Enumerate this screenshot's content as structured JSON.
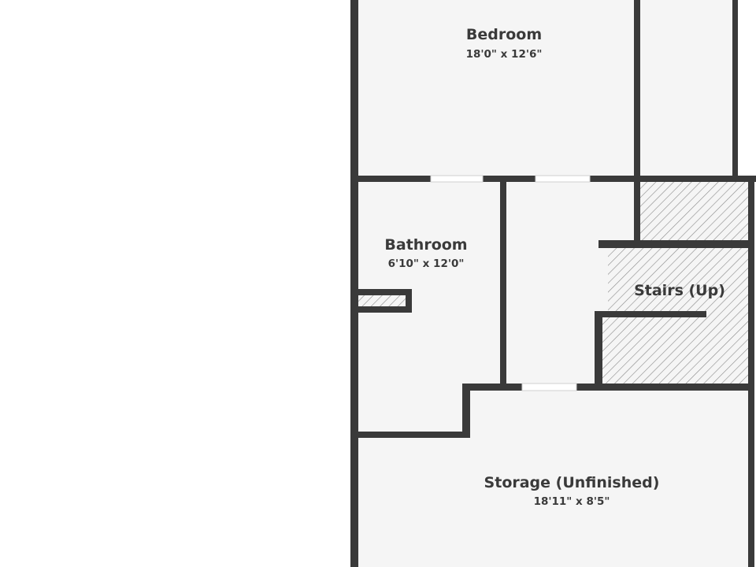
{
  "rooms": {
    "bedroom": {
      "name": "Bedroom",
      "dimensions": "18'0\" x 12'6\""
    },
    "bathroom": {
      "name": "Bathroom",
      "dimensions": "6'10\" x 12'0\""
    },
    "stairs": {
      "name": "Stairs (Up)"
    },
    "storage": {
      "name": "Storage (Unfinished)",
      "dimensions": "18'11\" x 8'5\""
    }
  },
  "colors": {
    "wall": "#3a3a3a",
    "floor": "#f5f5f5",
    "hatch": "#8a8a8a"
  }
}
